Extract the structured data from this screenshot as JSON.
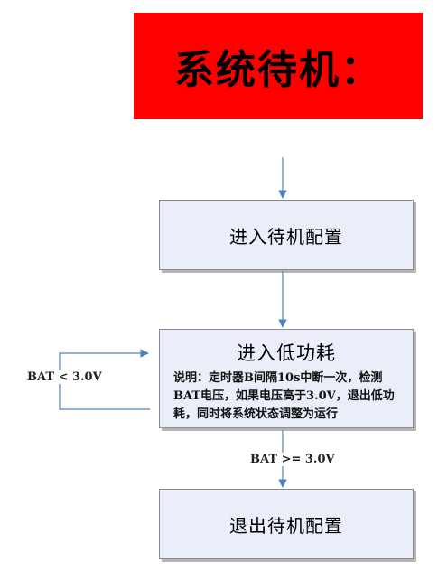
{
  "title": "系统待机：",
  "steps": {
    "configure": "进入待机配置",
    "low_power": {
      "label": "进入低功耗",
      "note": "说明：定时器B间隔10s中断一次，检测BAT电压，如果电压高于3.0V，退出低功耗，同时将系统状态调整为运行"
    },
    "exit": "退出待机配置"
  },
  "conditions": {
    "loop": "BAT < 3.0V",
    "exit": "BAT >= 3.0V"
  },
  "colors": {
    "banner": "#ff0000",
    "box_fill": "#e9eef8",
    "arrow": "#4f81bd"
  }
}
